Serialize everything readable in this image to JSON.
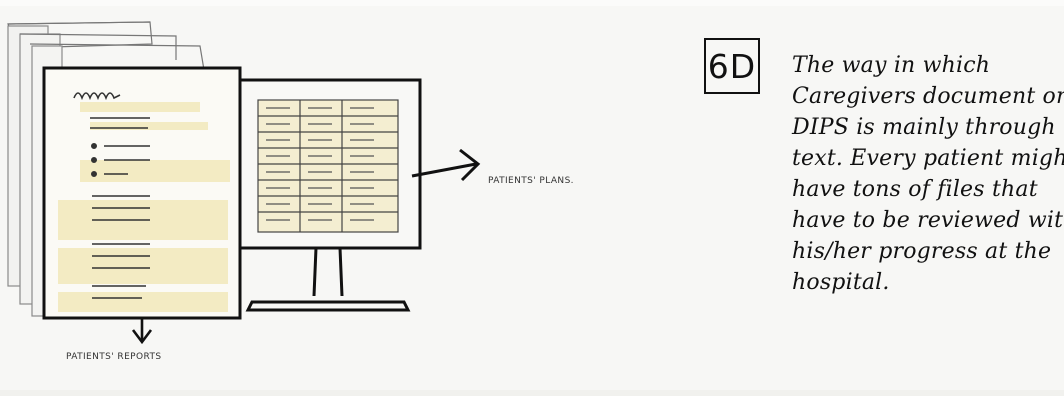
{
  "sketch": {
    "tag": "6D",
    "note_lines": [
      "The way in which",
      "Caregivers document on",
      "DIPS is mainly through",
      "text. Every patient might",
      "have tons of files that",
      "have to be reviewed with",
      "his/her progress at the",
      "hospital."
    ],
    "label_plans": "PATIENTS' PLANS.",
    "label_reports": "PATIENTS' REPORTS",
    "colors": {
      "ink": "#111111",
      "paper_stack": "#f3f3f1",
      "highlight": "#f1e6b3",
      "board": "#f7f7f5"
    }
  }
}
